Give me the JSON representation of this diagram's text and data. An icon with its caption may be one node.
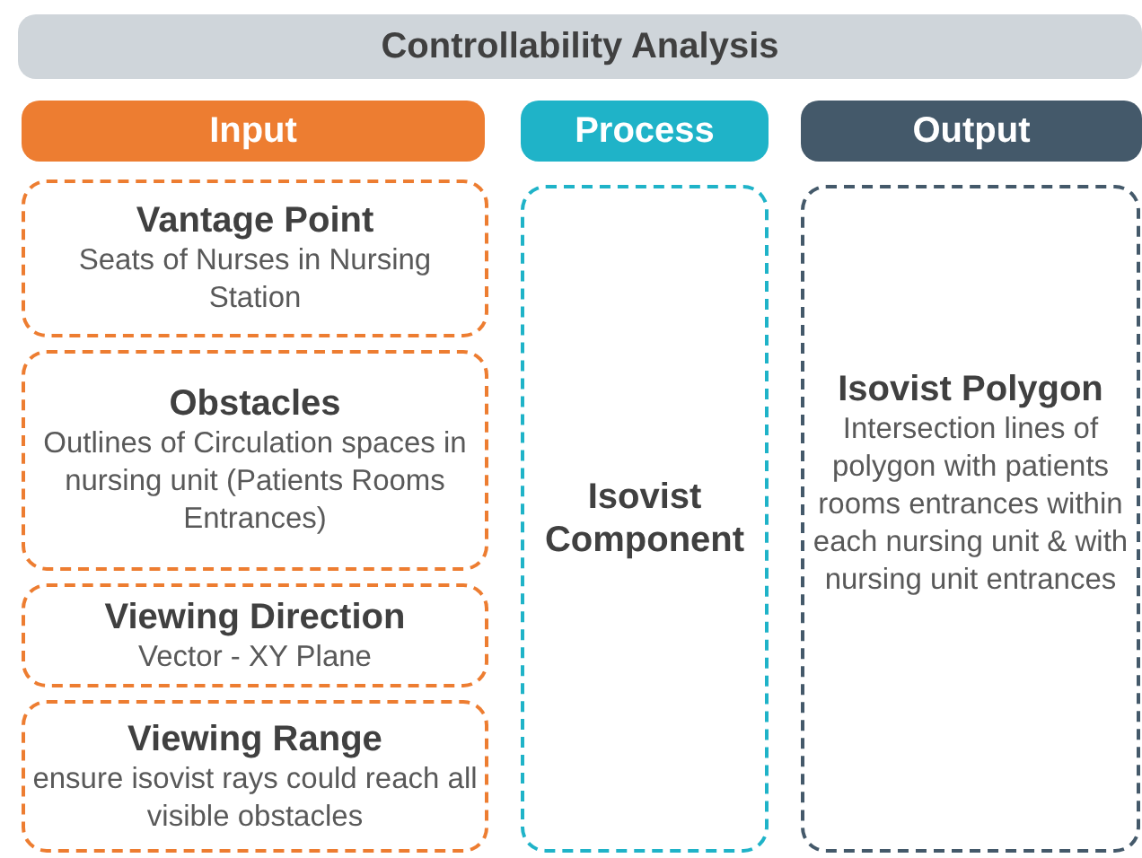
{
  "diagram": {
    "nodes": [
      {
        "text": [
          "Controllability Analysis"
        ]
      },
      {
        "text": [
          "Input"
        ]
      },
      {
        "text": [
          "Process"
        ]
      },
      {
        "text": [
          "Output"
        ]
      },
      {
        "text": [
          "Vantage Point",
          "Seats of Nurses in Nursing Station"
        ]
      },
      {
        "text": [
          "Obstacles",
          "Outlines of Circulation spaces in nursing unit (Patients Rooms Entrances)"
        ]
      },
      {
        "text": [
          "Viewing Direction",
          "Vector - XY Plane"
        ]
      },
      {
        "text": [
          "Viewing Range",
          "ensure isovist rays could reach all visible obstacles"
        ]
      },
      {
        "text": [
          "Isovist Component"
        ]
      },
      {
        "text": [
          "Isovist Polygon",
          "Intersection lines of polygon with patients rooms entrances within each nursing unit & with nursing unit entrances"
        ]
      }
    ]
  }
}
